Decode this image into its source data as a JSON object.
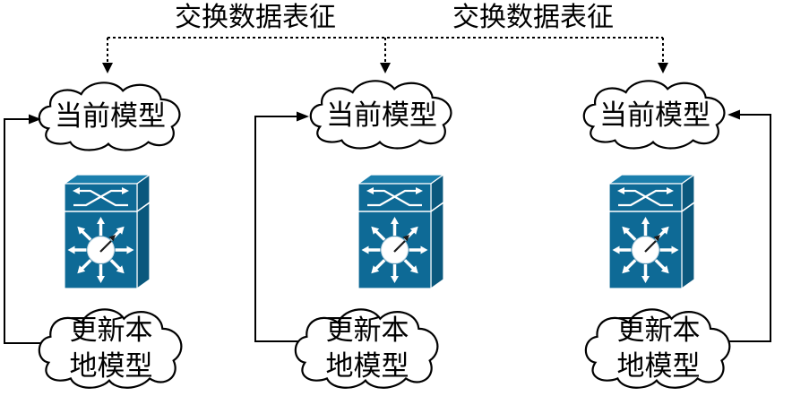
{
  "diagram": {
    "exchange_labels": [
      "交换数据表征",
      "交换数据表征"
    ],
    "nodes": [
      {
        "current_model": "当前模型",
        "update_local_model": {
          "line1": "更新本",
          "line2": "地模型"
        }
      },
      {
        "current_model": "当前模型",
        "update_local_model": {
          "line1": "更新本",
          "line2": "地模型"
        }
      },
      {
        "current_model": "当前模型",
        "update_local_model": {
          "line1": "更新本",
          "line2": "地模型"
        }
      }
    ]
  },
  "icons": {
    "node_device": "layer3-switch-icon",
    "model_container": "cloud-shape"
  },
  "colors": {
    "switch_front": "#0e6a96",
    "switch_top": "#1b7fad",
    "switch_side": "#0a587d",
    "line": "#000000",
    "cloud_fill": "#ffffff"
  }
}
